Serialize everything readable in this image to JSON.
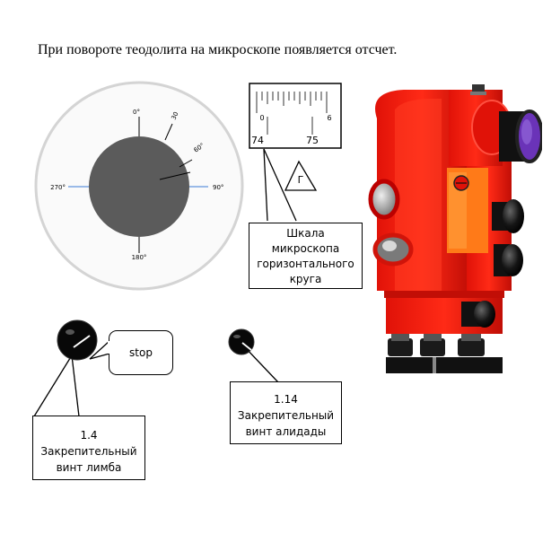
{
  "title": "При повороте теодолита на микроскопе появляется отсчет.",
  "dial": {
    "labels": [
      "0°",
      "90°",
      "180°",
      "270°",
      "60°",
      "30"
    ]
  },
  "microscope": {
    "scale_start": "0",
    "scale_end": "6",
    "reading_left": "74",
    "reading_right": "75",
    "triangle_label": "Г"
  },
  "callout_scale": [
    "Шкала",
    "микроскопа",
    "горизонтального",
    "круга"
  ],
  "stop_label": "stop",
  "callout_limb": [
    "1.4",
    "Закрепительный",
    "винт  лимба"
  ],
  "callout_alidade": [
    "1.14",
    "Закрепительный",
    "винт алидады"
  ],
  "colors": {
    "instrument_red": "#f21d12",
    "instrument_orange": "#ff7a18",
    "lens_purple": "#6a33b8",
    "disk_gray": "#5a5a5a",
    "ring_gray": "#d8d8d8"
  }
}
